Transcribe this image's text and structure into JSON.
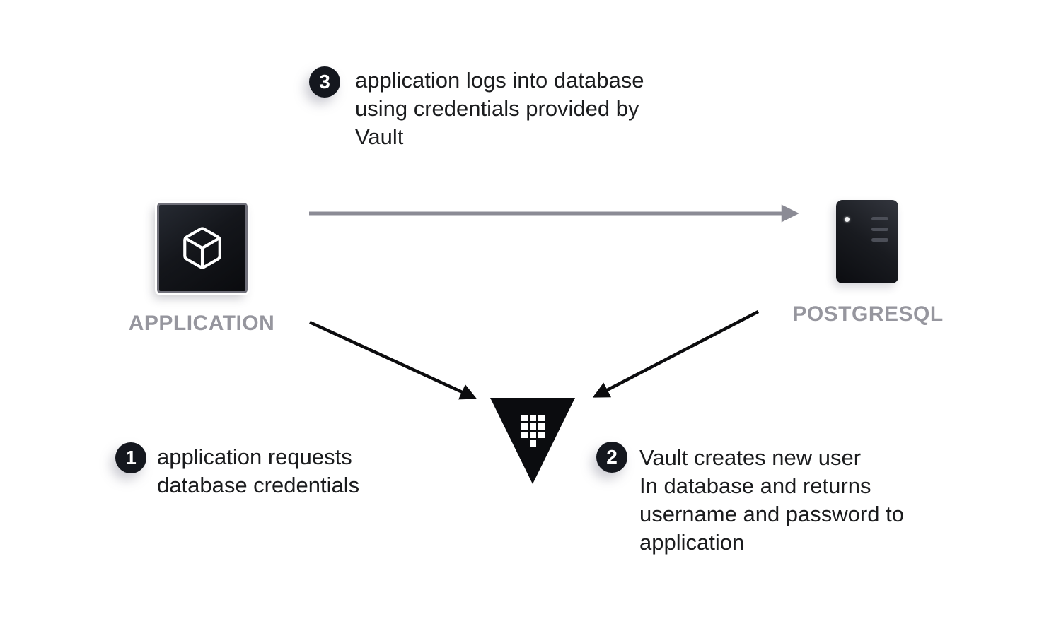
{
  "nodes": {
    "application": {
      "label": "APPLICATION",
      "icon": "cube-icon"
    },
    "postgresql": {
      "label": "POSTGRESQL",
      "icon": "database-server-icon"
    },
    "vault": {
      "icon": "vault-keypad-triangle-logo"
    }
  },
  "steps": [
    {
      "number": "1",
      "text": "application requests\ndatabase credentials"
    },
    {
      "number": "2",
      "text": "Vault creates new user\nIn database and returns\nusername and password to\napplication"
    },
    {
      "number": "3",
      "text": "application logs into database\nusing credentials provided by\nVault"
    }
  ],
  "arrows": [
    {
      "from": "application",
      "to": "postgresql",
      "style": "gray"
    },
    {
      "from": "application",
      "to": "vault",
      "style": "black"
    },
    {
      "from": "postgresql",
      "to": "vault",
      "style": "black"
    }
  ],
  "colors": {
    "background": "#ffffff",
    "step_badge_bg": "#14171e",
    "step_text": "#1b1c1e",
    "node_label_gray": "#96969e",
    "arrow_gray": "#8b8b95",
    "arrow_black": "#0c0c0e",
    "node_dark": "#101318"
  }
}
